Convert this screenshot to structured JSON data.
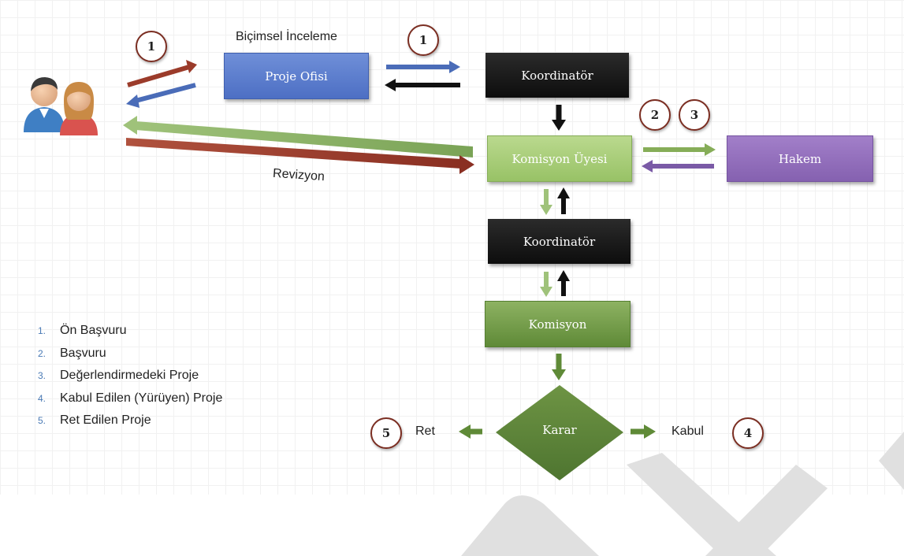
{
  "diagram": {
    "boxes": {
      "proje_ofisi": "Proje Ofisi",
      "koordinator_top": "Koordinatör",
      "komisyon_uyesi": "Komisyon Üyesi",
      "hakem": "Hakem",
      "koordinator_mid": "Koordinatör",
      "komisyon": "Komisyon",
      "karar": "Karar"
    },
    "labels": {
      "bicimsel": "Biçimsel İnceleme",
      "revizyon": "Revizyon",
      "ret": "Ret",
      "kabul": "Kabul"
    },
    "badges": {
      "b1_left": "1",
      "b1_right": "1",
      "b2": "2",
      "b3": "3",
      "b4": "4",
      "b5": "5"
    },
    "legend": [
      {
        "num": "1.",
        "text": "Ön Başvuru"
      },
      {
        "num": "2.",
        "text": "Başvuru"
      },
      {
        "num": "3.",
        "text": "Değerlendirmedeki Proje"
      },
      {
        "num": "4.",
        "text": "Kabul Edilen (Yürüyen) Proje"
      },
      {
        "num": "5.",
        "text": "Ret Edilen Proje"
      }
    ],
    "icons": [
      "users-icon"
    ],
    "colors": {
      "blue": "#4d6fc4",
      "black": "#111111",
      "light_green": "#a9cc7a",
      "purple": "#8561b0",
      "dark_green": "#5f8a37",
      "red_arrow": "#9b3b2a",
      "badge_border": "#7b2e22"
    }
  }
}
